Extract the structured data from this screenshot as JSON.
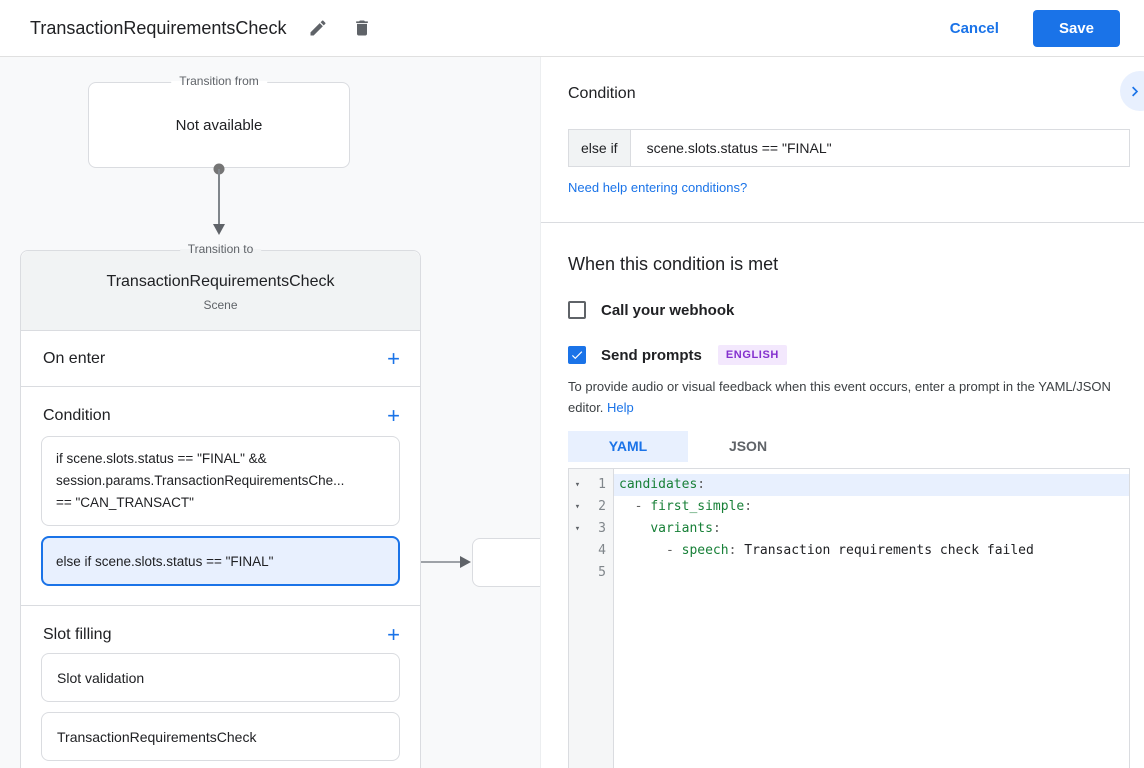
{
  "header": {
    "title": "TransactionRequirementsCheck",
    "cancel_label": "Cancel",
    "save_label": "Save"
  },
  "canvas": {
    "transition_from": {
      "label": "Transition from",
      "value": "Not available"
    },
    "scene_card": {
      "label": "Transition to",
      "title": "TransactionRequirementsCheck",
      "subtitle": "Scene",
      "on_enter_label": "On enter",
      "condition_label": "Condition",
      "slot_filling_label": "Slot filling",
      "plus_glyph": "+",
      "conditions": [
        {
          "lines": [
            "if scene.slots.status == \"FINAL\" &&",
            "session.params.TransactionRequirementsChe...",
            "== \"CAN_TRANSACT\""
          ]
        },
        {
          "text": "else if scene.slots.status == \"FINAL\"",
          "selected": true
        }
      ],
      "slots": [
        "Slot validation",
        "TransactionRequirementsCheck"
      ]
    }
  },
  "panel": {
    "condition": {
      "heading": "Condition",
      "prefix": "else if",
      "expression": "scene.slots.status == \"FINAL\"",
      "help_link": "Need help entering conditions?"
    },
    "when_met": {
      "heading": "When this condition is met",
      "webhook_label": "Call your webhook",
      "webhook_checked": false,
      "prompts_label": "Send prompts",
      "prompts_checked": true,
      "language_badge": "ENGLISH",
      "description": "To provide audio or visual feedback when this event occurs, enter a prompt in the YAML/JSON editor.",
      "help_label": "Help"
    },
    "editor": {
      "tabs": [
        {
          "label": "YAML",
          "active": true
        },
        {
          "label": "JSON",
          "active": false
        }
      ],
      "lines": [
        {
          "num": "1",
          "fold": true,
          "highlight": true,
          "tokens": [
            {
              "t": "candidates",
              "c": "key"
            },
            {
              "t": ":",
              "c": "plain"
            }
          ]
        },
        {
          "num": "2",
          "fold": true,
          "highlight": false,
          "tokens": [
            {
              "t": "  - ",
              "c": "plain"
            },
            {
              "t": "first_simple",
              "c": "key"
            },
            {
              "t": ":",
              "c": "plain"
            }
          ]
        },
        {
          "num": "3",
          "fold": true,
          "highlight": false,
          "tokens": [
            {
              "t": "    ",
              "c": "plain"
            },
            {
              "t": "variants",
              "c": "key"
            },
            {
              "t": ":",
              "c": "plain"
            }
          ]
        },
        {
          "num": "4",
          "fold": false,
          "highlight": false,
          "tokens": [
            {
              "t": "      - ",
              "c": "plain"
            },
            {
              "t": "speech",
              "c": "key"
            },
            {
              "t": ": ",
              "c": "plain"
            },
            {
              "t": "Transaction requirements check failed",
              "c": "text"
            }
          ]
        },
        {
          "num": "5",
          "fold": false,
          "highlight": false,
          "tokens": []
        }
      ]
    }
  },
  "colors": {
    "accent_blue": "#1a73e8",
    "selection_bg": "#e8f0fe",
    "code_key_green": "#188038",
    "badge_bg": "#f3e8fd",
    "badge_text": "#8430ce",
    "border_gray": "#dadce0",
    "canvas_bg": "#f8f9fa"
  }
}
